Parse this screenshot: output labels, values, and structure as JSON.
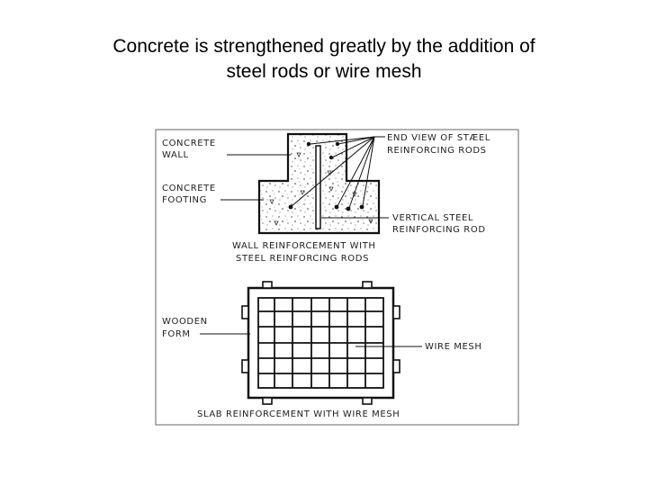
{
  "title": {
    "line1": "Concrete is strengthened greatly by the addition of",
    "line2": "steel rods or wire mesh"
  },
  "diagram": {
    "wall_labels": {
      "concrete_wall": [
        "CONCRETE",
        "WALL"
      ],
      "concrete_footing": [
        "CONCRETE",
        "FOOTING"
      ],
      "end_view": [
        "END VIEW OF STÆEL",
        "REINFORCING RODS"
      ],
      "vertical_rod": [
        "VERTICAL STEEL",
        "REINFORCING ROD"
      ],
      "caption": [
        "WALL REINFORCEMENT WITH",
        "STEEL REINFORCING RODS"
      ]
    },
    "slab_labels": {
      "wooden_form": [
        "WOODEN",
        "FORM"
      ],
      "wire_mesh": "WIRE MESH",
      "caption": "SLAB REINFORCEMENT WITH WIRE MESH"
    }
  },
  "colors": {
    "ink": "#111111",
    "frame": "#666666",
    "text": "#000000"
  }
}
